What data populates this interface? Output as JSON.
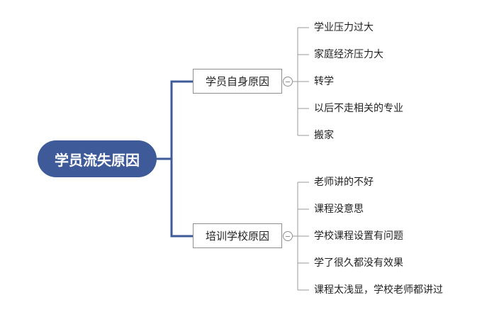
{
  "mindmap": {
    "root": {
      "label": "学员流失原因",
      "color": "#3f5a98"
    },
    "branches": [
      {
        "label": "学员自身原因",
        "children": [
          "学业压力过大",
          "家庭经济压力大",
          "转学",
          "以后不走相关的专业",
          "搬家"
        ]
      },
      {
        "label": "培训学校原因",
        "children": [
          "老师讲的不好",
          "课程没意思",
          "学校课程设置有问题",
          "学了很久都没有效果",
          "课程太浅显，学校老师都讲过"
        ]
      }
    ],
    "connector_color": "#3f5a98",
    "leaf_line_color": "#9a9a9a"
  }
}
